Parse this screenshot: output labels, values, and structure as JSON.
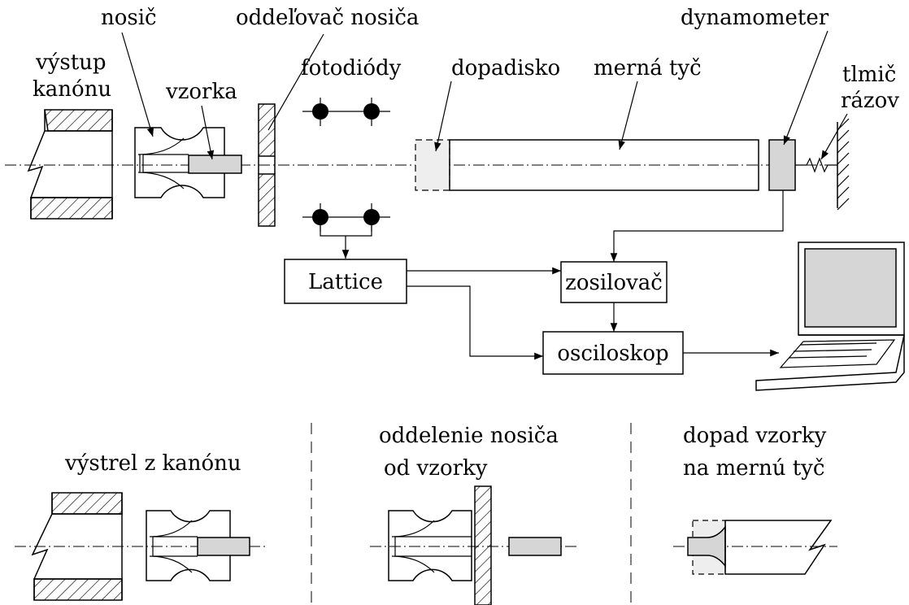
{
  "labels": {
    "gun_exit_1": "výstup",
    "gun_exit_2": "kanónu",
    "carrier": "nosič",
    "sample": "vzorka",
    "separator": "oddeľovač nosiča",
    "photodiodes": "fotodiódy",
    "stopper": "dopadisko",
    "bar": "merná tyč",
    "dynamometer": "dynamometer",
    "damper_1": "tlmič",
    "damper_2": "rázov",
    "lattice": "Lattice",
    "amplifier": "zosilovač",
    "oscilloscope": "osciloskop"
  },
  "stages": {
    "stage1": "výstrel z kanónu",
    "stage2_1": "oddelenie nosiča",
    "stage2_2": "od vzorky",
    "stage3_1": "dopad vzorky",
    "stage3_2": "na mernú tyč"
  }
}
